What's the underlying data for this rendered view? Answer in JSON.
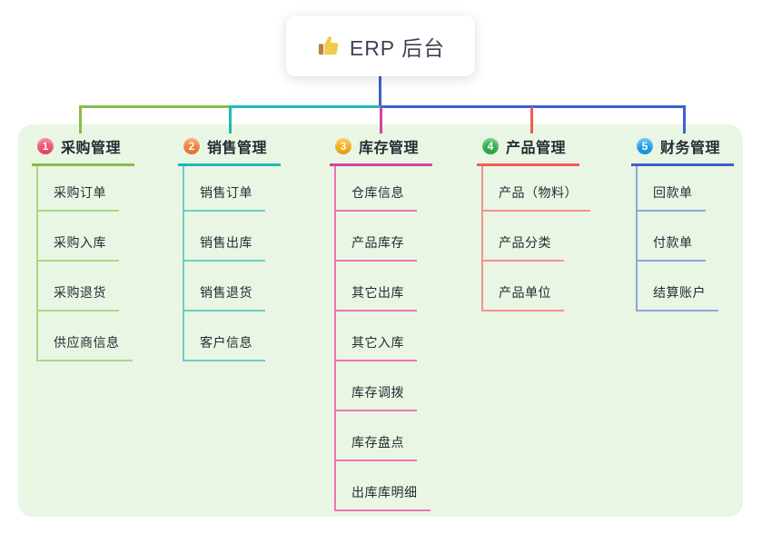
{
  "root": {
    "icon": "thumbs-up",
    "title": "ERP 后台"
  },
  "panel": {
    "background": "#E9F6E4"
  },
  "text_color": "#272C33",
  "branches": [
    {
      "badge": "1",
      "badge_color": "#F4516C",
      "line_color": "#86BC4A",
      "child_line_color": "#ABD683",
      "title": "采购管理",
      "children": [
        "采购订单",
        "采购入库",
        "采购退货",
        "供应商信息"
      ]
    },
    {
      "badge": "2",
      "badge_color": "#F0813E",
      "line_color": "#21BAB3",
      "child_line_color": "#67D0C8",
      "title": "销售管理",
      "children": [
        "销售订单",
        "销售出库",
        "销售退货",
        "客户信息"
      ]
    },
    {
      "badge": "3",
      "badge_color": "#F8B018",
      "line_color": "#D7439C",
      "child_line_color": "#EC74B8",
      "title": "库存管理",
      "children": [
        "仓库信息",
        "产品库存",
        "其它出库",
        "其它入库",
        "库存调拨",
        "库存盘点",
        "出库库明细"
      ]
    },
    {
      "badge": "4",
      "badge_color": "#2FB24C",
      "line_color": "#F25B58",
      "child_line_color": "#F5918E",
      "title": "产品管理",
      "children": [
        "产品（物料）",
        "产品分类",
        "产品单位"
      ]
    },
    {
      "badge": "5",
      "badge_color": "#22A0E8",
      "line_color": "#3E60D0",
      "child_line_color": "#90A5E0",
      "title": "财务管理",
      "children": [
        "回款单",
        "付款单",
        "结算账户"
      ]
    }
  ]
}
